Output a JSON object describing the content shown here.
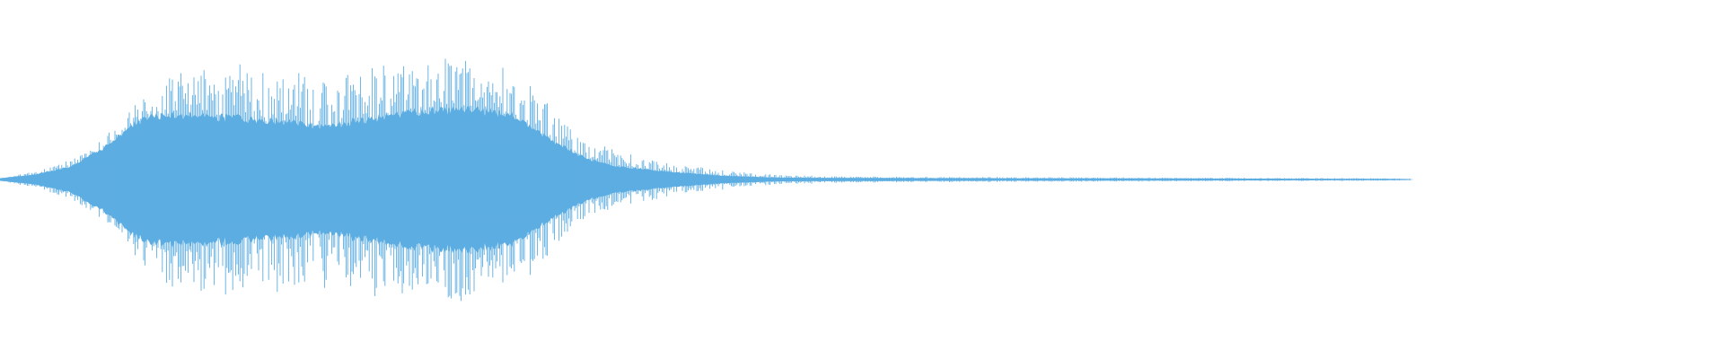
{
  "waveform": {
    "color": "#5dade2",
    "background": "#ffffff",
    "envelope": [
      {
        "t": 0.0,
        "peak": 0.01,
        "body": 0.01
      },
      {
        "t": 0.02,
        "peak": 0.07,
        "body": 0.04
      },
      {
        "t": 0.04,
        "peak": 0.17,
        "body": 0.1
      },
      {
        "t": 0.06,
        "peak": 0.34,
        "body": 0.25
      },
      {
        "t": 0.075,
        "peak": 0.56,
        "body": 0.42
      },
      {
        "t": 0.085,
        "peak": 0.82,
        "body": 0.5
      },
      {
        "t": 0.1,
        "peak": 0.92,
        "body": 0.53
      },
      {
        "t": 0.13,
        "peak": 0.95,
        "body": 0.5
      },
      {
        "t": 0.16,
        "peak": 0.93,
        "body": 0.47
      },
      {
        "t": 0.19,
        "peak": 0.92,
        "body": 0.43
      },
      {
        "t": 0.22,
        "peak": 0.96,
        "body": 0.5
      },
      {
        "t": 0.25,
        "peak": 1.0,
        "body": 0.56
      },
      {
        "t": 0.275,
        "peak": 1.0,
        "body": 0.56
      },
      {
        "t": 0.295,
        "peak": 0.89,
        "body": 0.53
      },
      {
        "t": 0.31,
        "peak": 0.77,
        "body": 0.4
      },
      {
        "t": 0.325,
        "peak": 0.52,
        "body": 0.28
      },
      {
        "t": 0.34,
        "peak": 0.34,
        "body": 0.17
      },
      {
        "t": 0.36,
        "peak": 0.22,
        "body": 0.1
      },
      {
        "t": 0.39,
        "peak": 0.14,
        "body": 0.06
      },
      {
        "t": 0.42,
        "peak": 0.08,
        "body": 0.03
      },
      {
        "t": 0.45,
        "peak": 0.04,
        "body": 0.015
      },
      {
        "t": 0.5,
        "peak": 0.025,
        "body": 0.012
      },
      {
        "t": 0.6,
        "peak": 0.02,
        "body": 0.01
      },
      {
        "t": 0.7,
        "peak": 0.015,
        "body": 0.008
      },
      {
        "t": 0.79,
        "peak": 0.012,
        "body": 0.006
      },
      {
        "t": 0.815,
        "peak": 0.008,
        "body": 0.004
      },
      {
        "t": 0.82,
        "peak": 0.0,
        "body": 0.0
      },
      {
        "t": 1.0,
        "peak": 0.0,
        "body": 0.0
      }
    ]
  }
}
